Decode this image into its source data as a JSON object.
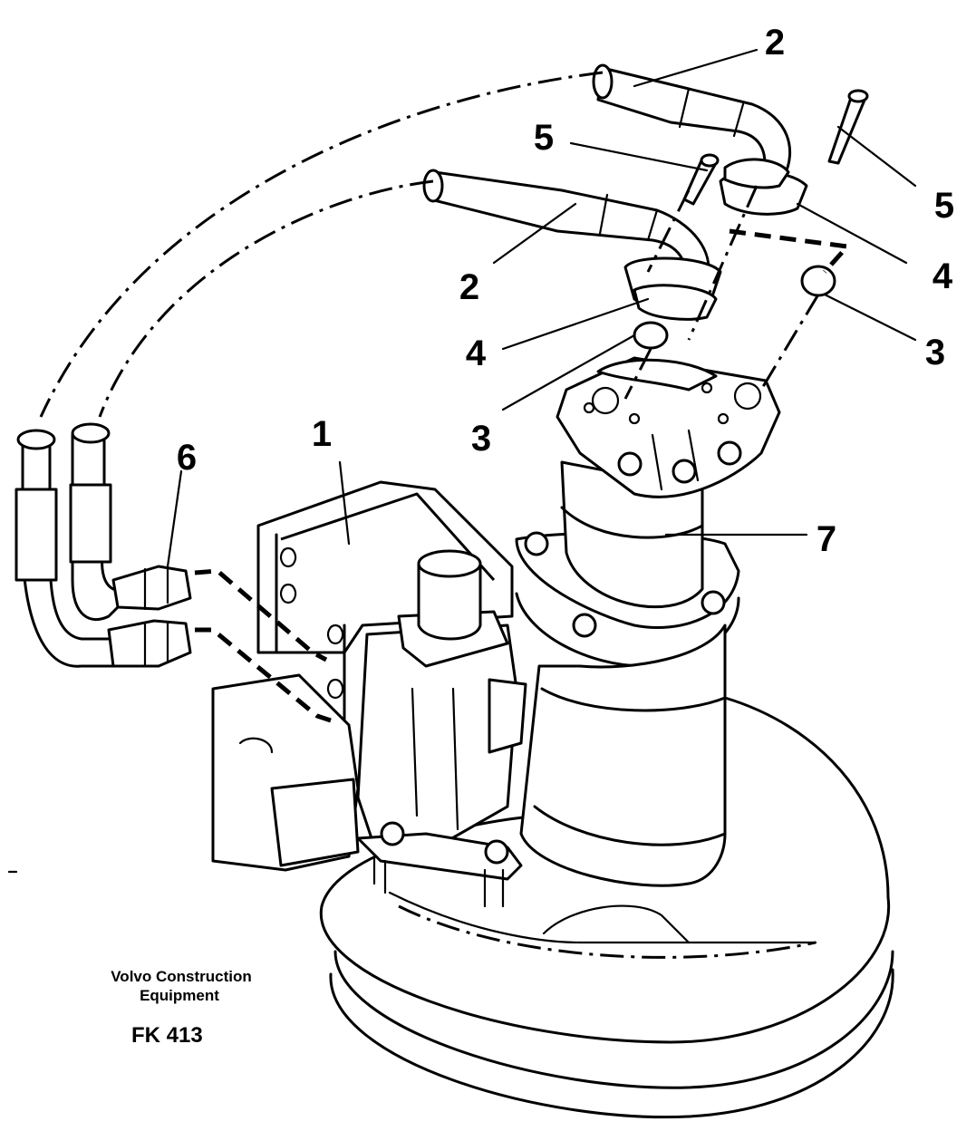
{
  "diagram": {
    "callouts": {
      "c1": "1",
      "c2a": "2",
      "c2b": "2",
      "c3a": "3",
      "c3b": "3",
      "c4a": "4",
      "c4b": "4",
      "c5a": "5",
      "c5b": "5",
      "c6": "6",
      "c7": "7"
    },
    "caption": {
      "company_line1": "Volvo Construction",
      "company_line2": "Equipment",
      "figure_code": "FK 413"
    }
  }
}
